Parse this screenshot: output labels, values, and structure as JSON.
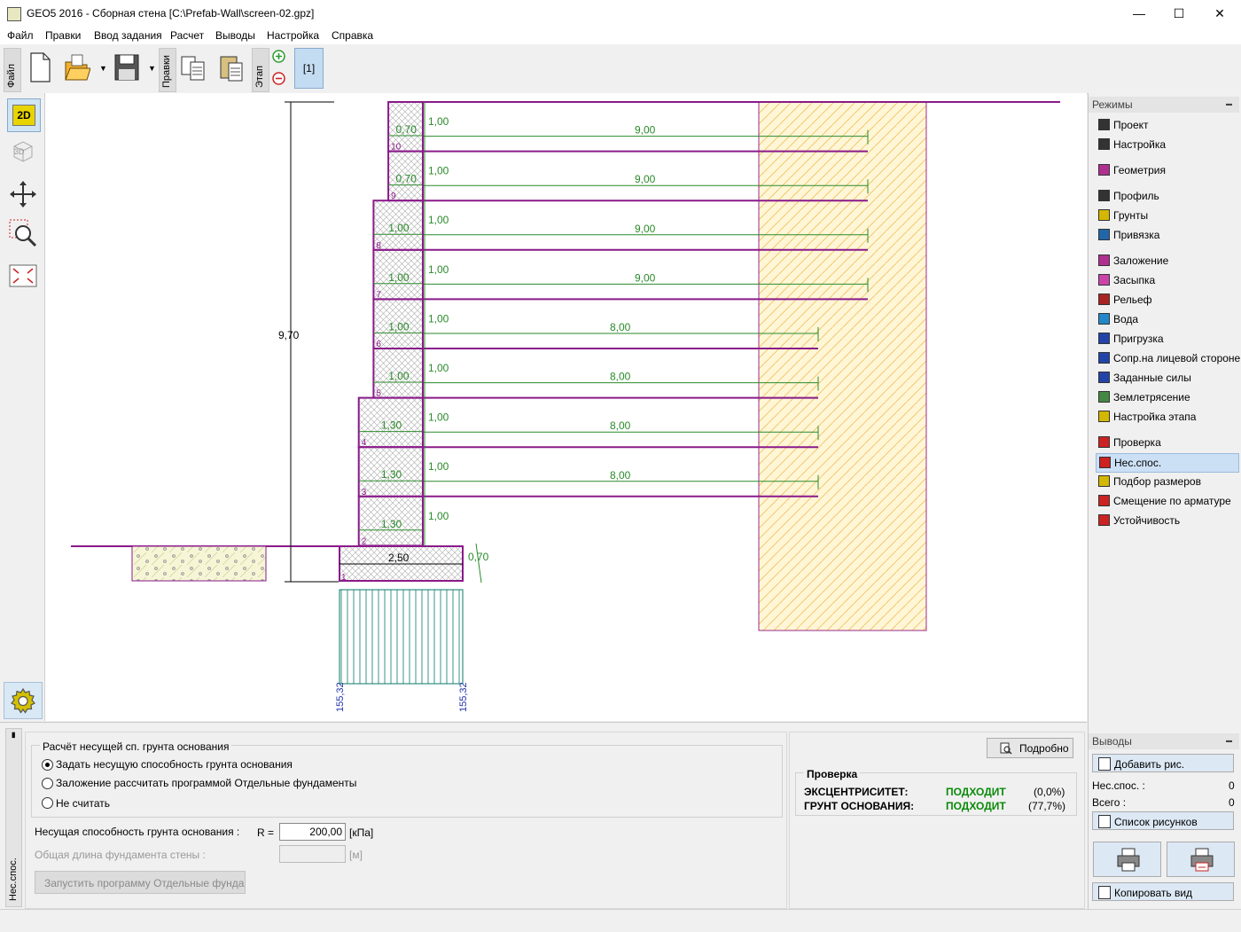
{
  "window": {
    "title": "GEO5 2016 - Сборная стена [C:\\Prefab-Wall\\screen-02.gpz]"
  },
  "menu": [
    "Файл",
    "Правки",
    "Ввод задания",
    "Расчет",
    "Выводы",
    "Настройка",
    "Справка"
  ],
  "toolbar": {
    "file_tab": "Файл",
    "edit_tab": "Правки",
    "stage_tab": "Этап",
    "stage_number": "[1]"
  },
  "left_toolbar": {
    "btn_2d": "2D",
    "btn_3d": "3D"
  },
  "drawing": {
    "height_label": "9,70",
    "blocks": [
      {
        "n": "10",
        "width": "0,70",
        "height": "1,00",
        "reinforcement": "9,00"
      },
      {
        "n": "9",
        "width": "0,70",
        "height": "1,00",
        "reinforcement": "9,00"
      },
      {
        "n": "8",
        "width": "1,00",
        "height": "1,00",
        "reinforcement": "9,00"
      },
      {
        "n": "7",
        "width": "1,00",
        "height": "1,00",
        "reinforcement": "9,00"
      },
      {
        "n": "6",
        "width": "1,00",
        "height": "1,00",
        "reinforcement": "8,00"
      },
      {
        "n": "5",
        "width": "1,00",
        "height": "1,00",
        "reinforcement": "8,00"
      },
      {
        "n": "4",
        "width": "1,30",
        "height": "1,00",
        "reinforcement": "8,00"
      },
      {
        "n": "3",
        "width": "1,30",
        "height": "1,00",
        "reinforcement": "8,00"
      },
      {
        "n": "2",
        "width": "1,30",
        "height": "1,00",
        "reinforcement": ""
      }
    ],
    "footing": {
      "n": "1",
      "width": "2,50",
      "height": "0,70"
    },
    "stress_left": "155,32",
    "stress_right": "155,32"
  },
  "modes_panel": {
    "header": "Режимы",
    "minimize": "▬",
    "items": [
      {
        "label": "Проект",
        "color": "#333333"
      },
      {
        "label": "Настройка",
        "color": "#333333"
      },
      {
        "label": "Геометрия",
        "color": "#b03090"
      },
      {
        "label": "Профиль",
        "color": "#333333"
      },
      {
        "label": "Грунты",
        "color": "#d4b800"
      },
      {
        "label": "Привязка",
        "color": "#2266aa"
      },
      {
        "label": "Заложение",
        "color": "#b03090"
      },
      {
        "label": "Засыпка",
        "color": "#cc44aa"
      },
      {
        "label": "Рельеф",
        "color": "#aa2222"
      },
      {
        "label": "Вода",
        "color": "#2288cc"
      },
      {
        "label": "Пригрузка",
        "color": "#2244aa"
      },
      {
        "label": "Сопр.на лицевой стороне",
        "color": "#2244aa"
      },
      {
        "label": "Заданные силы",
        "color": "#2244aa"
      },
      {
        "label": "Землетрясение",
        "color": "#448844"
      },
      {
        "label": "Настройка этапа",
        "color": "#d4b800"
      },
      {
        "label": "Проверка",
        "color": "#cc2222"
      },
      {
        "label": "Нес.спос.",
        "color": "#cc2222",
        "active": true
      },
      {
        "label": "Подбор размеров",
        "color": "#d4b800"
      },
      {
        "label": "Смещение по арматуре",
        "color": "#cc2222"
      },
      {
        "label": "Устойчивость",
        "color": "#cc2222"
      }
    ]
  },
  "outputs_panel": {
    "header": "Выводы",
    "minimize": "▬",
    "add_picture": "Добавить рис.",
    "count_label": "Нес.спос. :",
    "count_value": "0",
    "total_label": "Всего :",
    "total_value": "0",
    "list_pictures": "Список рисунков",
    "copy_view": "Копировать вид"
  },
  "bottom": {
    "side_tab": "Нес.спос.",
    "group_title": "Расчёт несущей сп. грунта основания",
    "radio_options": [
      {
        "label": "Задать несущую способность грунта основания",
        "checked": true
      },
      {
        "label": "Заложение рассчитать программой Отдельные фундаменты",
        "checked": false
      },
      {
        "label": "Не считать",
        "checked": false
      }
    ],
    "bearing_label": "Несущая способность грунта основания :",
    "bearing_symbol": "R =",
    "bearing_value": "200,00",
    "bearing_unit": "[кПа]",
    "length_label": "Общая длина фундамента стены :",
    "length_value": "",
    "length_unit": "[м]",
    "run_button": "Запустить программу Отдельные фундаменты",
    "details_button": "Подробно",
    "check_title": "Проверка",
    "checks": [
      {
        "name": "ЭКСЦЕНТРИСИТЕТ:",
        "status": "ПОДХОДИТ",
        "value": "(0,0%)"
      },
      {
        "name": "ГРУНТ ОСНОВАНИЯ:",
        "status": "ПОДХОДИТ",
        "value": "(77,7%)"
      }
    ]
  }
}
